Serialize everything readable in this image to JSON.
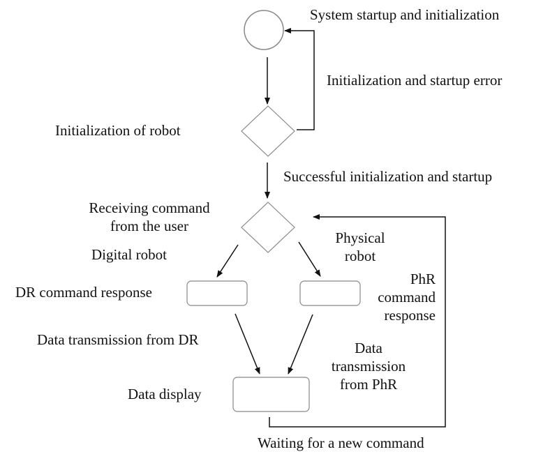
{
  "colors": {
    "line": "#111111",
    "shape_stroke": "#888888",
    "text": "#111111"
  },
  "nodes": {
    "start_label": "System startup and initialization",
    "init_error_label": "Initialization and startup error",
    "init_robot_label": "Initialization of robot",
    "init_success_label": "Successful initialization and startup",
    "receiving_line1": "Receiving command",
    "receiving_line2": "from the user",
    "digital_robot_label": "Digital robot",
    "physical_line1": "Physical",
    "physical_line2": "robot",
    "dr_response_label": "DR command response",
    "phr_response_line1": "PhR",
    "phr_response_line2": "command",
    "phr_response_line3": "response",
    "dr_transmission_label": "Data transmission from DR",
    "phr_transmission_line1": "Data",
    "phr_transmission_line2": "transmission",
    "phr_transmission_line3": "from PhR",
    "data_display_label": "Data display",
    "waiting_label": "Waiting for a new command"
  }
}
